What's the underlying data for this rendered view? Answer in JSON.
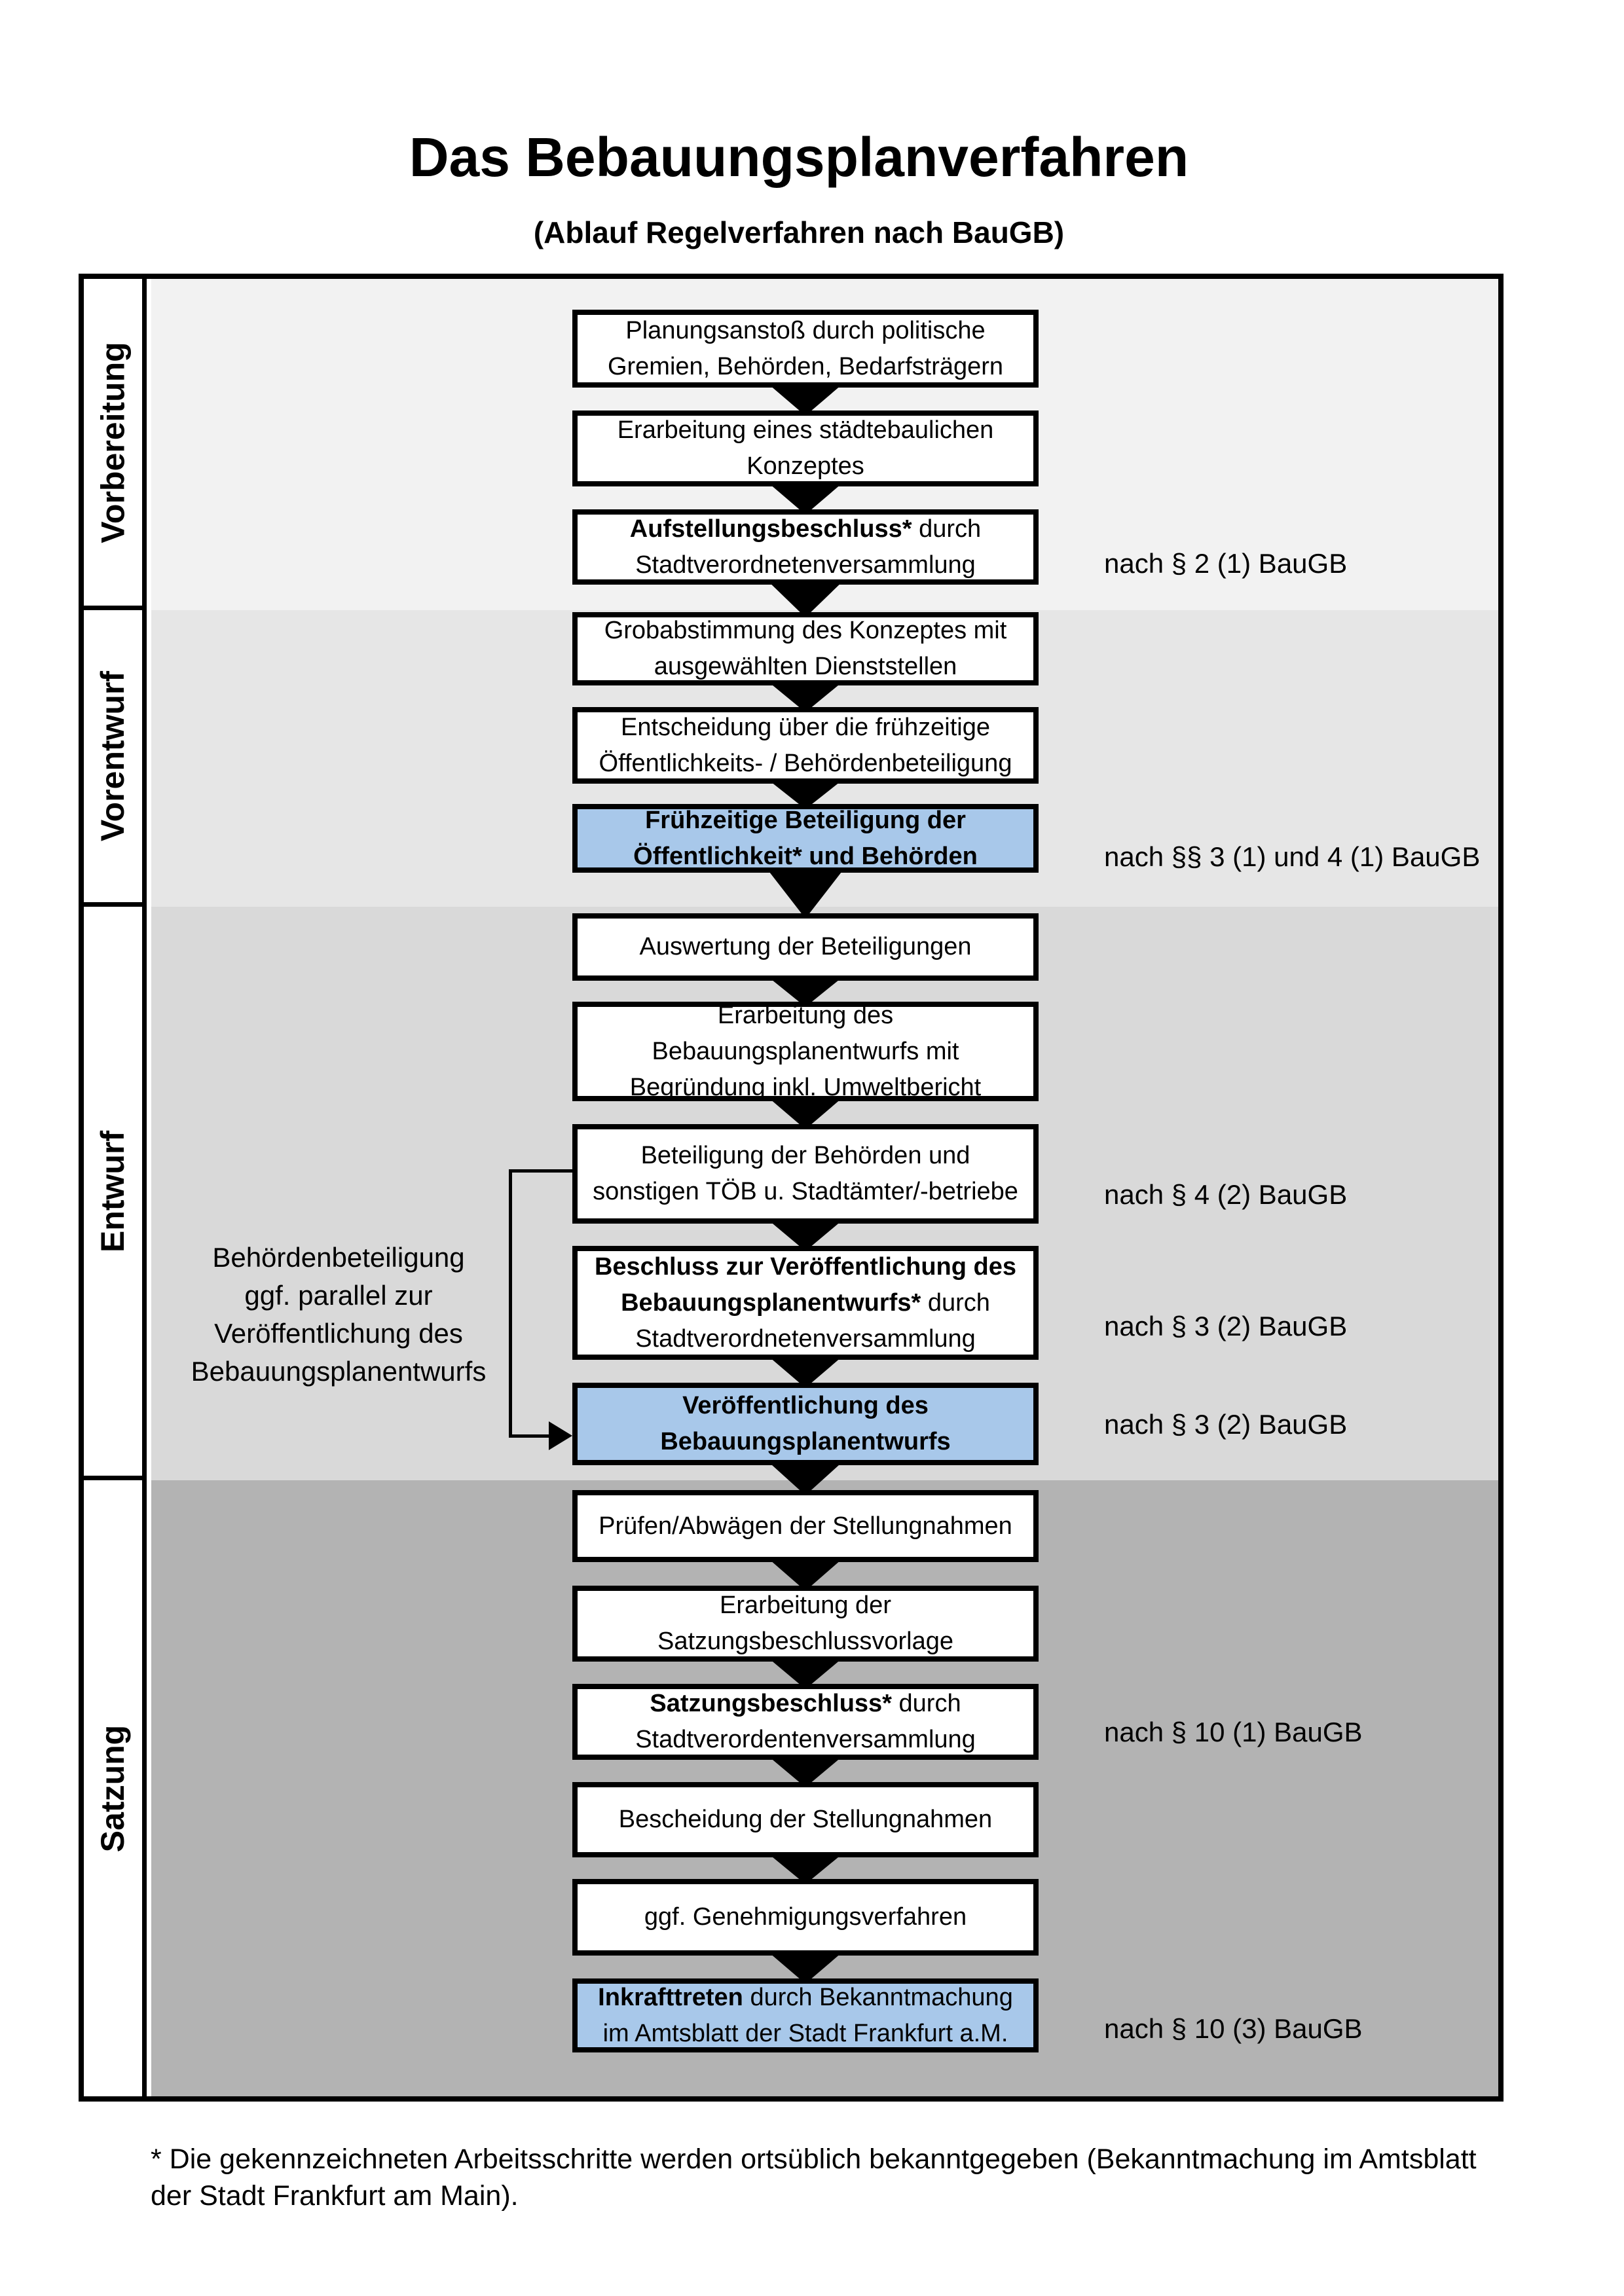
{
  "title": "Das Bebauungsplanverfahren",
  "subtitle": "(Ablauf Regelverfahren nach BauGB)",
  "phases": [
    {
      "label": "Vorbereitung"
    },
    {
      "label": "Vorentwurf"
    },
    {
      "label": "Entwurf"
    },
    {
      "label": "Satzung"
    }
  ],
  "steps": [
    {
      "highlight": false,
      "lines": [
        [
          {
            "t": "Planungsanstoß durch politische",
            "b": false
          }
        ],
        [
          {
            "t": "Gremien, Behörden, Bedarfsträgern",
            "b": false
          }
        ]
      ]
    },
    {
      "highlight": false,
      "lines": [
        [
          {
            "t": "Erarbeitung eines städtebaulichen",
            "b": false
          }
        ],
        [
          {
            "t": "Konzeptes",
            "b": false
          }
        ]
      ]
    },
    {
      "highlight": false,
      "lines": [
        [
          {
            "t": "Aufstellungsbeschluss*",
            "b": true
          },
          {
            "t": " durch",
            "b": false
          }
        ],
        [
          {
            "t": "Stadtverordnetenversammlung",
            "b": false
          }
        ]
      ]
    },
    {
      "highlight": false,
      "lines": [
        [
          {
            "t": "Grobabstimmung des Konzeptes mit",
            "b": false
          }
        ],
        [
          {
            "t": "ausgewählten Dienststellen",
            "b": false
          }
        ]
      ]
    },
    {
      "highlight": false,
      "lines": [
        [
          {
            "t": "Entscheidung über die frühzeitige",
            "b": false
          }
        ],
        [
          {
            "t": "Öffentlichkeits- / Behördenbeteiligung",
            "b": false
          }
        ]
      ]
    },
    {
      "highlight": true,
      "lines": [
        [
          {
            "t": "Frühzeitige Beteiligung der",
            "b": true
          }
        ],
        [
          {
            "t": "Öffentlichkeit* und Behörden",
            "b": true
          }
        ]
      ]
    },
    {
      "highlight": false,
      "lines": [
        [
          {
            "t": "Auswertung der Beteiligungen",
            "b": false
          }
        ]
      ]
    },
    {
      "highlight": false,
      "lines": [
        [
          {
            "t": "Erarbeitung des",
            "b": false
          }
        ],
        [
          {
            "t": "Bebauungsplanentwurfs mit",
            "b": false
          }
        ],
        [
          {
            "t": "Begründung inkl. Umweltbericht",
            "b": false
          }
        ]
      ]
    },
    {
      "highlight": false,
      "lines": [
        [
          {
            "t": "Beteiligung der Behörden und",
            "b": false
          }
        ],
        [
          {
            "t": "sonstigen TÖB u. Stadtämter/-betriebe",
            "b": false
          }
        ]
      ]
    },
    {
      "highlight": false,
      "lines": [
        [
          {
            "t": "Beschluss zur Veröffentlichung des",
            "b": true
          }
        ],
        [
          {
            "t": "Bebauungsplanentwurfs*",
            "b": true
          },
          {
            "t": " durch",
            "b": false
          }
        ],
        [
          {
            "t": "Stadtverordnetenversammlung",
            "b": false
          }
        ]
      ]
    },
    {
      "highlight": true,
      "lines": [
        [
          {
            "t": "Veröffentlichung des",
            "b": true
          }
        ],
        [
          {
            "t": "Bebauungsplanentwurfs",
            "b": true
          }
        ]
      ]
    },
    {
      "highlight": false,
      "lines": [
        [
          {
            "t": "Prüfen/Abwägen der Stellungnahmen",
            "b": false
          }
        ]
      ]
    },
    {
      "highlight": false,
      "lines": [
        [
          {
            "t": "Erarbeitung der",
            "b": false
          }
        ],
        [
          {
            "t": "Satzungsbeschlussvorlage",
            "b": false
          }
        ]
      ]
    },
    {
      "highlight": false,
      "lines": [
        [
          {
            "t": "Satzungsbeschluss*",
            "b": true
          },
          {
            "t": " durch",
            "b": false
          }
        ],
        [
          {
            "t": "Stadtverordentenversammlung",
            "b": false
          }
        ]
      ]
    },
    {
      "highlight": false,
      "lines": [
        [
          {
            "t": "Bescheidung der Stellungnahmen",
            "b": false
          }
        ]
      ]
    },
    {
      "highlight": false,
      "lines": [
        [
          {
            "t": "ggf. Genehmigungsverfahren",
            "b": false
          }
        ]
      ]
    },
    {
      "highlight": true,
      "lines": [
        [
          {
            "t": "Inkrafttreten",
            "b": true
          },
          {
            "t": " durch Bekanntmachung",
            "b": false
          }
        ],
        [
          {
            "t": "im Amtsblatt der Stadt Frankfurt a.M.",
            "b": false
          }
        ]
      ]
    }
  ],
  "annotations": [
    "nach § 2 (1) BauGB",
    "nach §§ 3 (1) und 4 (1) BauGB",
    "nach § 4 (2) BauGB",
    "nach § 3 (2) BauGB",
    "nach § 3 (2) BauGB",
    "nach § 10 (1) BauGB",
    "nach § 10 (3) BauGB"
  ],
  "side_note": {
    "lines": [
      "Behördenbeteiligung",
      "ggf. parallel zur",
      "Veröffentlichung des",
      "Bebauungsplanentwurfs"
    ]
  },
  "footnote": "* Die gekennzeichneten Arbeitsschritte werden ortsüblich bekanntgegeben (Bekanntmachung im Amtsblatt  der Stadt Frankfurt am Main).",
  "colors": {
    "highlight_box": "#a8c8ea",
    "phase_backgrounds": [
      "#f2f2f2",
      "#e6e6e6",
      "#d9d9d9",
      "#b3b3b3"
    ],
    "box_border": "#000000"
  }
}
